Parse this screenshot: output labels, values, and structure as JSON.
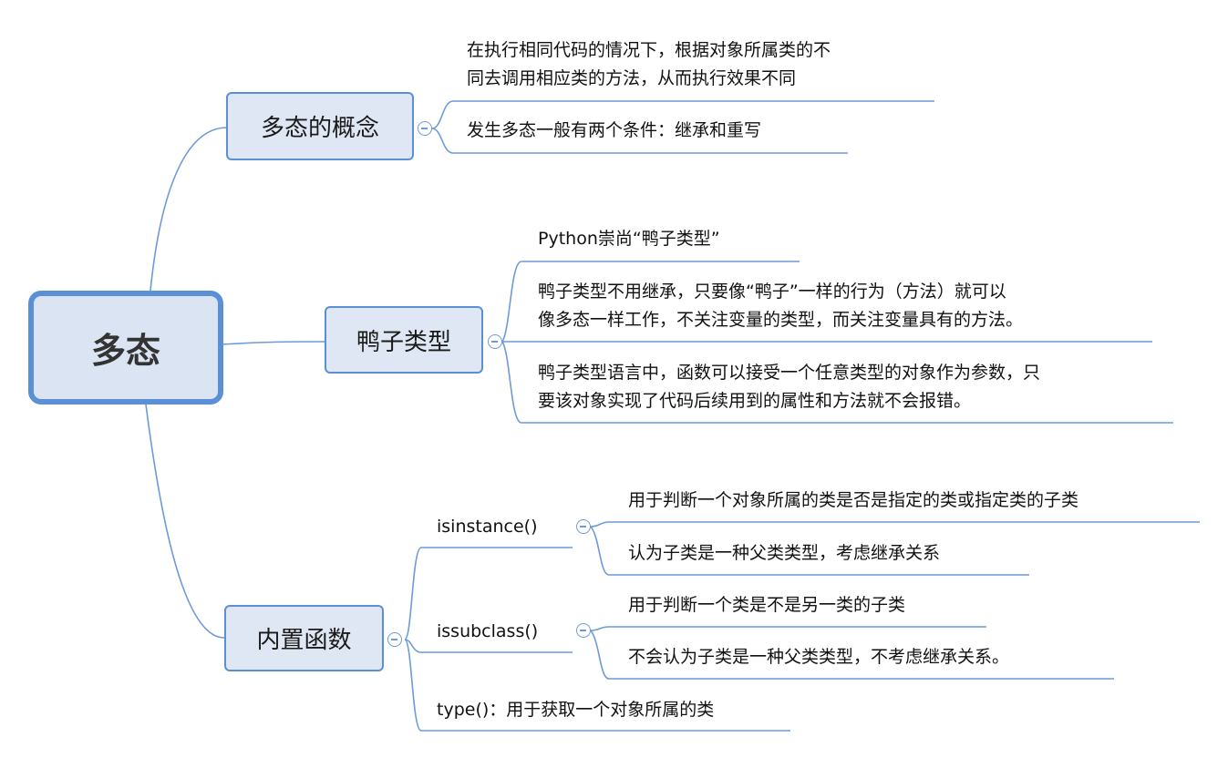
{
  "root": {
    "label": "多态"
  },
  "branches": [
    {
      "label": "多态的概念",
      "items": [
        {
          "lines": [
            "在执行相同代码的情况下，根据对象所属类的不",
            "同去调用相应类的方法，从而执行效果不同"
          ]
        },
        {
          "lines": [
            "发生多态一般有两个条件：继承和重写"
          ]
        }
      ]
    },
    {
      "label": "鸭子类型",
      "items": [
        {
          "lines": [
            "Python崇尚“鸭子类型”"
          ]
        },
        {
          "lines": [
            "鸭子类型不用继承，只要像“鸭子”一样的行为（方法）就可以",
            "像多态一样工作，不关注变量的类型，而关注变量具有的方法。"
          ]
        },
        {
          "lines": [
            "鸭子类型语言中，函数可以接受一个任意类型的对象作为参数，只",
            "要该对象实现了代码后续用到的属性和方法就不会报错。"
          ]
        }
      ]
    },
    {
      "label": "内置函数",
      "subs": [
        {
          "label": "isinstance()",
          "items": [
            {
              "lines": [
                "用于判断一个对象所属的类是否是指定的类或指定类的子类"
              ]
            },
            {
              "lines": [
                "认为子类是一种父类类型，考虑继承关系"
              ]
            }
          ]
        },
        {
          "label": "issubclass()",
          "items": [
            {
              "lines": [
                "用于判断一个类是不是另一类的子类"
              ]
            },
            {
              "lines": [
                "不会认为子类是一种父类类型，不考虑继承关系。"
              ]
            }
          ]
        },
        {
          "label": "type()：用于获取一个对象所属的类"
        }
      ]
    }
  ],
  "colors": {
    "line": "#6d9ad8",
    "underline": "#6d9ad8",
    "node_fill": "#dfe7f4",
    "node_border": "#5b8fd6"
  }
}
